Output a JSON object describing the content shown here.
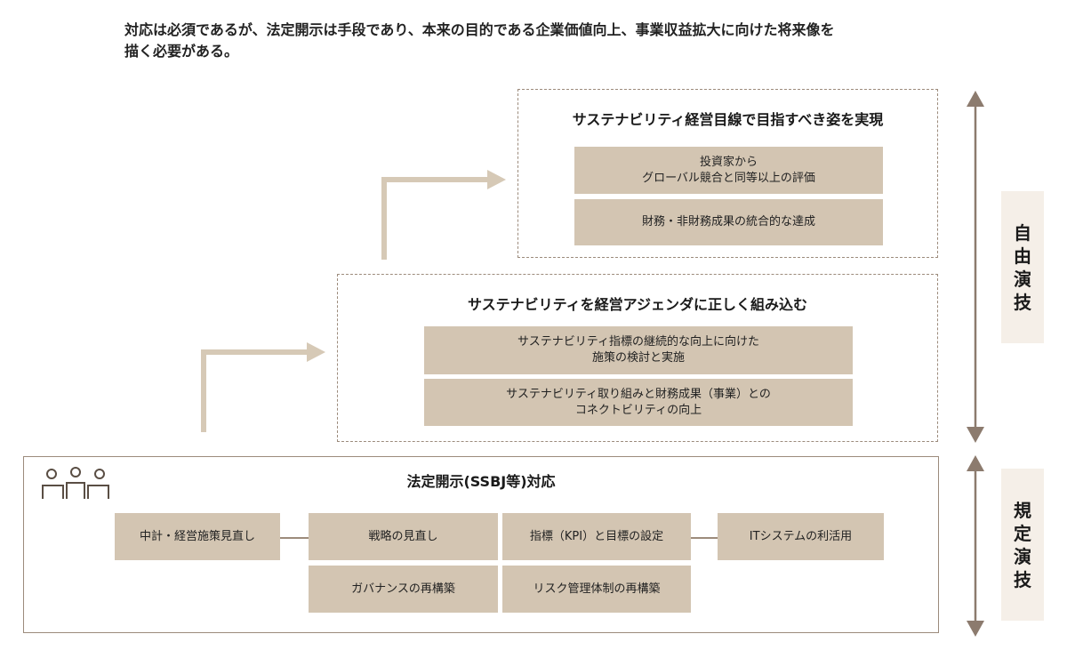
{
  "intro": {
    "line1": "対応は必須であるが、法定開示は手段であり、本来の目的である企業価値向上、事業収益拡大に向けた将来像を",
    "line2": "描く必要がある。"
  },
  "top_box": {
    "title": "サステナビリティ経営目線で目指すべき姿を実現",
    "items": [
      {
        "line1": "投資家から",
        "line2": "グローバル競合と同等以上の評価"
      },
      {
        "line1": "財務・非財務成果の統合的な達成",
        "line2": ""
      }
    ]
  },
  "middle_box": {
    "title": "サステナビリティを経営アジェンダに正しく組み込む",
    "items": [
      {
        "line1": "サステナビリティ指標の継続的な向上に向けた",
        "line2": "施策の検討と実施"
      },
      {
        "line1": "サステナビリティ取り組みと財務成果（事業）との",
        "line2": "コネクトビリティの向上"
      }
    ]
  },
  "bottom_box": {
    "title": "法定開示(SSBJ等)対応",
    "icon": "people-icon",
    "row1": [
      "中計・経営施策見直し",
      "戦略の見直し",
      "指標（KPI）と目標の設定",
      "ITシステムの利活用"
    ],
    "row2": [
      "ガバナンスの再構築",
      "リスク管理体制の再構築"
    ]
  },
  "side": {
    "top_label": [
      "自",
      "由",
      "演",
      "技"
    ],
    "bottom_label": [
      "規",
      "定",
      "演",
      "技"
    ]
  },
  "colors": {
    "tan": "#d3c5b2",
    "border": "#9c8b7c",
    "arrow": "#d6c9b6",
    "side_arrow": "#8c7b6e",
    "side_bg": "#f5efe8"
  }
}
